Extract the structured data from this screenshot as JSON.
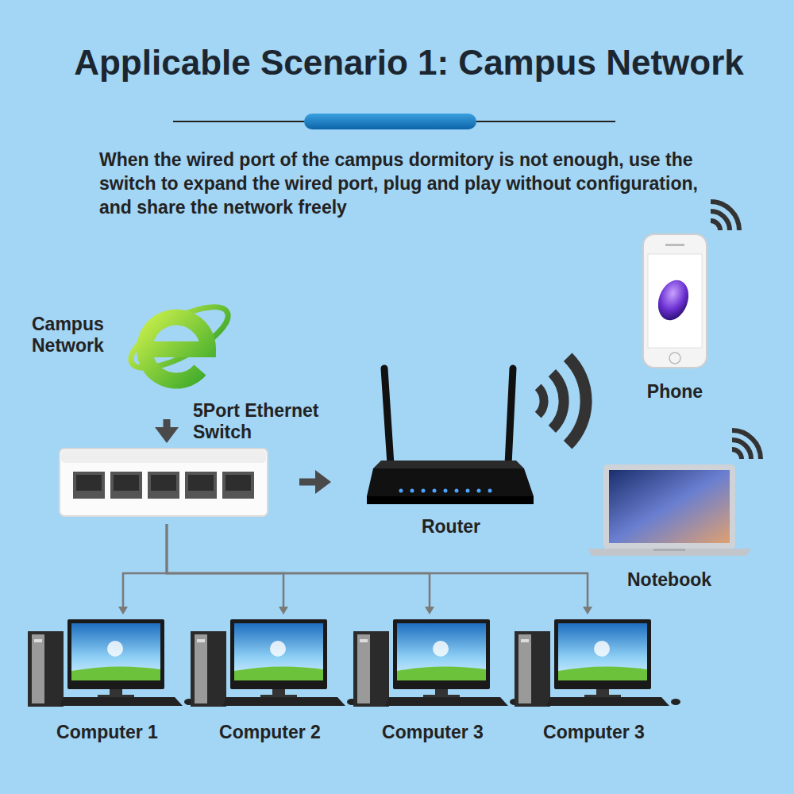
{
  "diagram": {
    "title": "Applicable Scenario 1: Campus Network",
    "caption": "When the wired port of the campus dormitory is not enough, use the switch to expand the wired port, plug and play without configuration, and share the network freely",
    "nodes": [
      {
        "text": [
          "Campus Network"
        ]
      },
      {
        "text": [
          "5Port Ethernet Switch"
        ]
      },
      {
        "text": [
          "Router"
        ]
      },
      {
        "text": [
          "Phone"
        ]
      },
      {
        "text": [
          "Notebook"
        ]
      },
      {
        "text": [
          "Computer 1"
        ]
      },
      {
        "text": [
          "Computer 2"
        ]
      },
      {
        "text": [
          "Computer 3"
        ]
      },
      {
        "text": [
          "Computer 3"
        ]
      }
    ],
    "edges": [
      {
        "from": 0,
        "to": 1,
        "arrow": "to"
      },
      {
        "from": 1,
        "to": 2,
        "arrow": "to"
      },
      {
        "from": 1,
        "to": 5,
        "arrow": "to"
      },
      {
        "from": 1,
        "to": 6,
        "arrow": "to"
      },
      {
        "from": 1,
        "to": 7,
        "arrow": "to"
      },
      {
        "from": 1,
        "to": 8,
        "arrow": "to"
      }
    ]
  }
}
